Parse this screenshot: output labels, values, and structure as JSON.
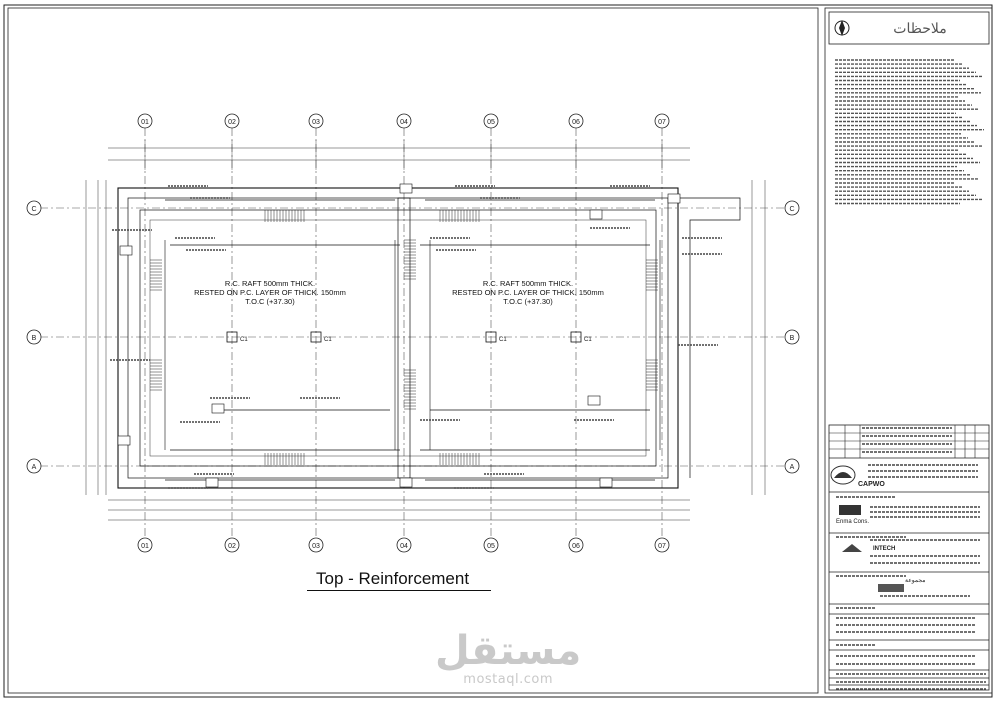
{
  "notes_header": "ملاحظات",
  "grid_columns": [
    "01",
    "02",
    "03",
    "04",
    "05",
    "06",
    "07"
  ],
  "grid_rows": [
    "C",
    "B",
    "A"
  ],
  "raft_label_left": [
    "R.C. RAFT 500mm THICK.",
    "RESTED ON P.C. LAYER OF THICK. 150mm",
    "T.O.C (+37.30)"
  ],
  "raft_label_right": [
    "R.C. RAFT 500mm THICK.",
    "RESTED ON P.C. LAYER OF THICK. 150mm",
    "T.O.C (+37.30)"
  ],
  "column_tag": "C1",
  "plan_title": "Top - Reinforcement",
  "watermark_arabic": "مستقل",
  "watermark_latin": "mostaql.com",
  "titleblock": {
    "client_label": "CAPWO",
    "consultant_1": "Enma Cons.",
    "consultant_2": "INTECH",
    "consultant_3_ar": "مجموعة",
    "colors": {
      "line": "#1a1a1a",
      "light": "#6a6a6a"
    }
  }
}
